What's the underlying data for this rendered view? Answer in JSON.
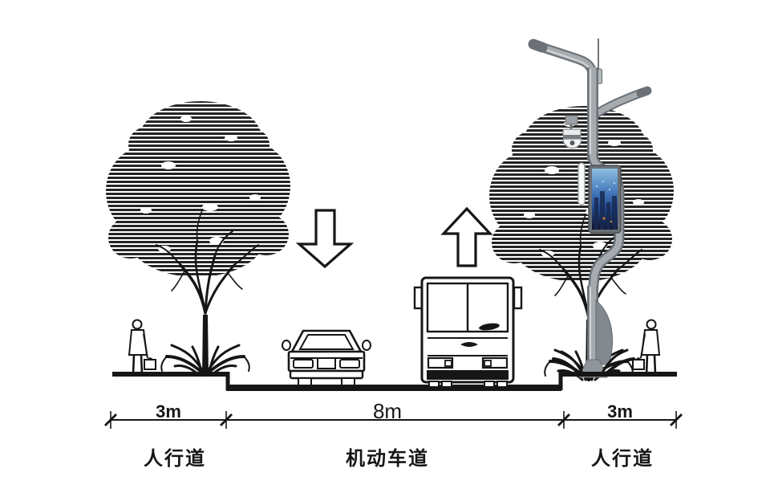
{
  "sections": [
    {
      "width_label": "3m",
      "name_label": "人行道"
    },
    {
      "width_label": "8m",
      "name_label": "机动车道"
    },
    {
      "width_label": "3m",
      "name_label": "人行道"
    }
  ],
  "scene": {
    "type": "road-cross-section",
    "objects": [
      "street-tree",
      "pedestrian",
      "down-arrow",
      "car",
      "up-arrow",
      "bus",
      "street-tree",
      "smart-lamp-post",
      "pedestrian"
    ],
    "lamp_post_features": [
      "antenna",
      "street-light-arm",
      "side-arm",
      "ptz-camera",
      "light-tube",
      "digital-display-screen"
    ]
  },
  "colors": {
    "line": "#161616",
    "pole_gray": "#9aa0a5",
    "pole_edge": "#6b7176",
    "screen_blue": "#2e5fa3",
    "background": "#ffffff"
  }
}
